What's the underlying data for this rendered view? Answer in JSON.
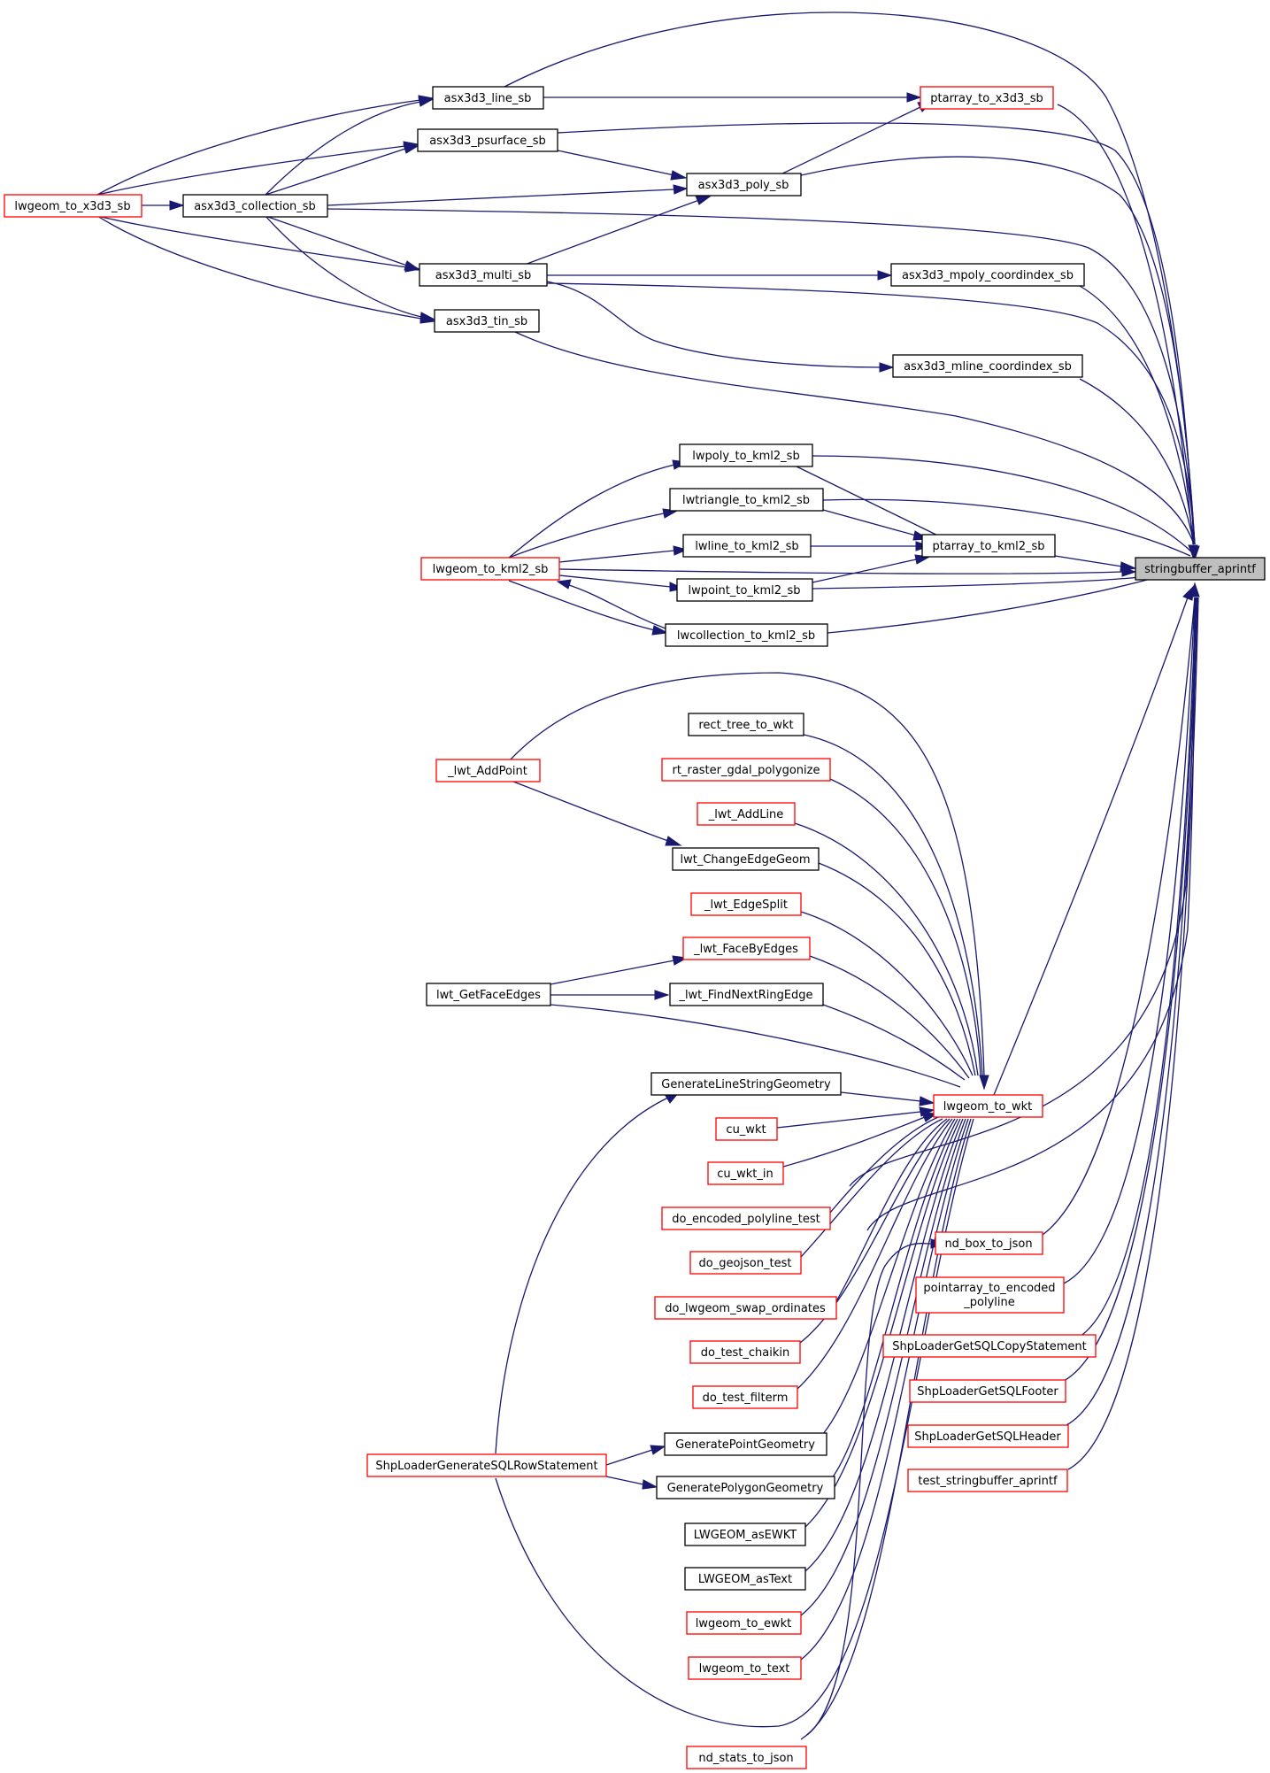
{
  "colors": {
    "edge": "#191970",
    "truncated_border": "#ff0000",
    "node_border": "#000000",
    "focus_fill": "#bfbfbf"
  },
  "nodes": {
    "stringbuffer_aprintf": "stringbuffer_aprintf",
    "asx3d3_line_sb": "asx3d3_line_sb",
    "ptarray_to_x3d3_sb": "ptarray_to_x3d3_sb",
    "asx3d3_psurface_sb": "asx3d3_psurface_sb",
    "asx3d3_poly_sb": "asx3d3_poly_sb",
    "lwgeom_to_x3d3_sb": "lwgeom_to_x3d3_sb",
    "asx3d3_collection_sb": "asx3d3_collection_sb",
    "asx3d3_multi_sb": "asx3d3_multi_sb",
    "asx3d3_mpoly_coordindex_sb": "asx3d3_mpoly_coordindex_sb",
    "asx3d3_tin_sb": "asx3d3_tin_sb",
    "asx3d3_mline_coordindex_sb": "asx3d3_mline_coordindex_sb",
    "lwpoly_to_kml2_sb": "lwpoly_to_kml2_sb",
    "lwtriangle_to_kml2_sb": "lwtriangle_to_kml2_sb",
    "lwline_to_kml2_sb": "lwline_to_kml2_sb",
    "ptarray_to_kml2_sb": "ptarray_to_kml2_sb",
    "lwgeom_to_kml2_sb": "lwgeom_to_kml2_sb",
    "lwpoint_to_kml2_sb": "lwpoint_to_kml2_sb",
    "lwcollection_to_kml2_sb": "lwcollection_to_kml2_sb",
    "rect_tree_to_wkt": "rect_tree_to_wkt",
    "lwt_AddPoint": "_lwt_AddPoint",
    "rt_raster_gdal_polygonize": "rt_raster_gdal_polygonize",
    "lwt_AddLine": "_lwt_AddLine",
    "lwt_ChangeEdgeGeom": "lwt_ChangeEdgeGeom",
    "lwt_EdgeSplit": "_lwt_EdgeSplit",
    "lwt_FaceByEdges": "_lwt_FaceByEdges",
    "lwt_GetFaceEdges": "lwt_GetFaceEdges",
    "lwt_FindNextRingEdge": "_lwt_FindNextRingEdge",
    "GenerateLineStringGeometry": "GenerateLineStringGeometry",
    "lwgeom_to_wkt": "lwgeom_to_wkt",
    "cu_wkt": "cu_wkt",
    "cu_wkt_in": "cu_wkt_in",
    "do_encoded_polyline_test": "do_encoded_polyline_test",
    "do_geojson_test": "do_geojson_test",
    "do_lwgeom_swap_ordinates": "do_lwgeom_swap_ordinates",
    "do_test_chaikin": "do_test_chaikin",
    "do_test_filterm": "do_test_filterm",
    "GeneratePointGeometry": "GeneratePointGeometry",
    "ShpLoaderGenerateSQLRowStatement": "ShpLoaderGenerateSQLRowStatement",
    "GeneratePolygonGeometry": "GeneratePolygonGeometry",
    "LWGEOM_asEWKT": "LWGEOM_asEWKT",
    "LWGEOM_asText": "LWGEOM_asText",
    "lwgeom_to_ewkt": "lwgeom_to_ewkt",
    "lwgeom_to_text": "lwgeom_to_text",
    "nd_stats_to_json": "nd_stats_to_json",
    "nd_box_to_json": "nd_box_to_json",
    "pointarray_to_encoded_polyline_1": "pointarray_to_encoded",
    "pointarray_to_encoded_polyline_2": "_polyline",
    "ShpLoaderGetSQLCopyStatement": "ShpLoaderGetSQLCopyStatement",
    "ShpLoaderGetSQLFooter": "ShpLoaderGetSQLFooter",
    "ShpLoaderGetSQLHeader": "ShpLoaderGetSQLHeader",
    "test_stringbuffer_aprintf": "test_stringbuffer_aprintf"
  }
}
